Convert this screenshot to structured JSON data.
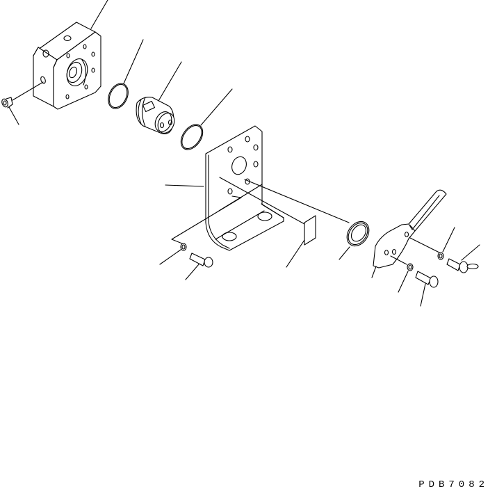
{
  "diagram": {
    "type": "exploded-parts-diagram",
    "drawing_code": "PDB7082",
    "background": "#ffffff",
    "line_color": "#000000",
    "parts": [
      {
        "id": "valve-block",
        "label": "Valve block"
      },
      {
        "id": "plug",
        "label": "Plug"
      },
      {
        "id": "o-ring-1",
        "label": "O-ring"
      },
      {
        "id": "spool-cartridge",
        "label": "Cartridge / spool"
      },
      {
        "id": "o-ring-2",
        "label": "O-ring"
      },
      {
        "id": "bracket",
        "label": "L-bracket"
      },
      {
        "id": "washer-1",
        "label": "Washer"
      },
      {
        "id": "bolt-1",
        "label": "Bolt"
      },
      {
        "id": "plate",
        "label": "Plate"
      },
      {
        "id": "seal-ring",
        "label": "Seal ring"
      },
      {
        "id": "lever",
        "label": "Lever"
      },
      {
        "id": "washer-2",
        "label": "Washer"
      },
      {
        "id": "bolt-2",
        "label": "Bolt"
      },
      {
        "id": "washer-3",
        "label": "Washer"
      },
      {
        "id": "wing-bolt",
        "label": "Wing bolt"
      }
    ]
  }
}
